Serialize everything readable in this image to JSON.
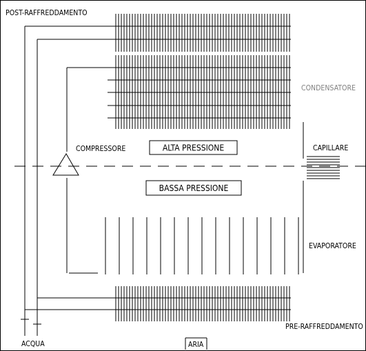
{
  "labels": {
    "post_raffreddamento": "POST-RAFFREDDAMENTO",
    "condensatore": "CONDENSATORE",
    "compressore": "COMPRESSORE",
    "alta_pressione": "ALTA PRESSIONE",
    "capillare": "CAPILLARE",
    "bassa_pressione": "BASSA PRESSIONE",
    "evaporatore": "EVAPORATORE",
    "pre_raffreddamento": "PRE-RAFFREDDAMENTO",
    "acqua": "ACQUA",
    "aria": "ARIA"
  },
  "colors": {
    "line": "#000000",
    "gray": "#808080"
  }
}
